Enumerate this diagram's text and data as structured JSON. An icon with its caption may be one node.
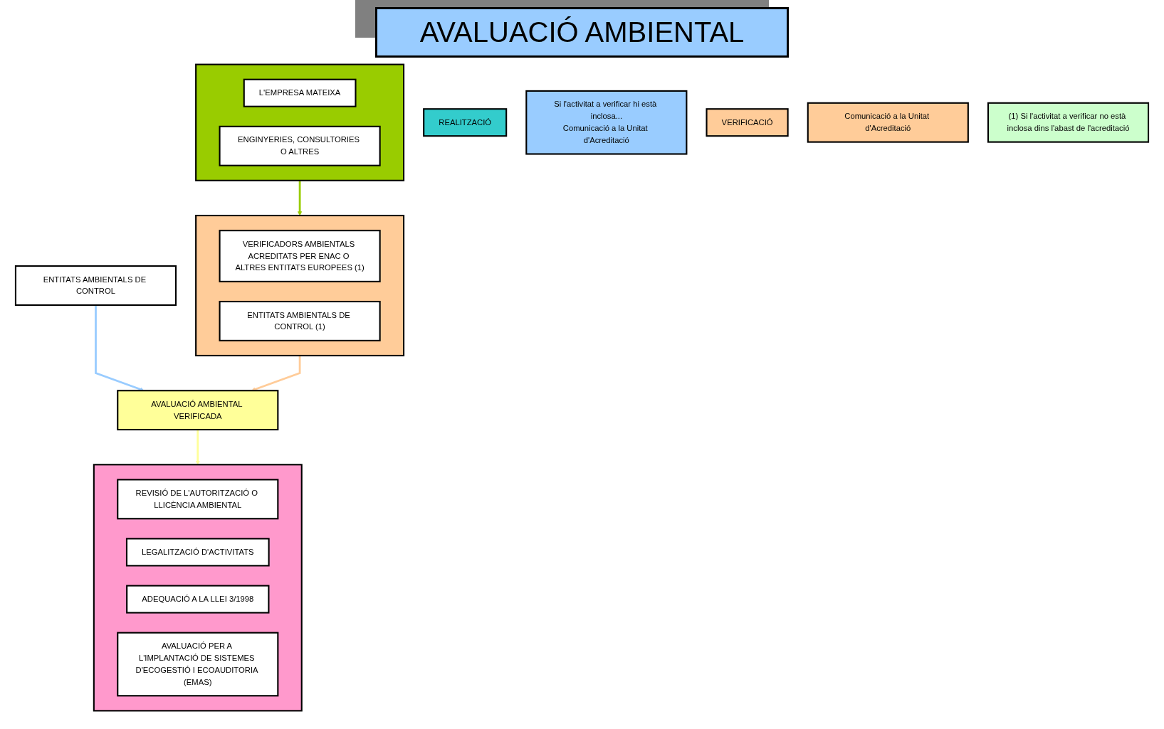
{
  "diagram": {
    "title": "AVALUACIÓ AMBIENTAL",
    "nodes": [
      {
        "text": [
          "REALITZACIÓ"
        ]
      },
      {
        "text": [],
        "shape": "box"
      },
      {
        "text": [
          "L'EMPRESA MATEIXA"
        ],
        "in": 1
      },
      {
        "text": [
          "ENGINYERIES, CONSULTORIES O ALTRES"
        ],
        "in": 1
      },
      {
        "text": [
          "ENTITATS AMBIENTALS DE CONTROL"
        ]
      },
      {
        "text": [
          "Si l'activitat a verificar hi està inclosa...",
          "Comunicació a la Unitat d'Acreditació"
        ]
      },
      {
        "text": [
          "VERIFICACIÓ"
        ]
      },
      {
        "text": [],
        "shape": "box"
      },
      {
        "text": [
          "VERIFICADORS AMBIENTALS ACREDITATS PER ENAC O ALTRES ENTITATS EUROPEES (1)"
        ],
        "in": 7
      },
      {
        "text": [
          "ENTITATS AMBIENTALS DE CONTROL (1)"
        ],
        "in": 7
      },
      {
        "text": [
          "Comunicació a la Unitat d'Acreditació"
        ]
      },
      {
        "text": [
          "(1) Si l'activitat a verificar no està inclosa dins l'abast de l'acreditació"
        ]
      },
      {
        "text": [
          "AVALUACIÓ AMBIENTAL VERIFICADA"
        ]
      },
      {
        "text": [],
        "shape": "box"
      },
      {
        "text": [
          "REVISIÓ DE L'AUTORITZACIÓ O LLICÈNCIA AMBIENTAL"
        ],
        "in": 13
      },
      {
        "text": [
          "LEGALITZACIÓ D'ACTIVITATS"
        ],
        "in": 13
      },
      {
        "text": [
          "ADEQUACIÓ A LA LLEI 3/1998"
        ],
        "in": 13
      },
      {
        "text": [
          "AVALUACIÓ PER A L'IMPLANTACIÓ DE SISTEMES D'ECOGESTIÓ I ECOAUDITORIA (EMAS)"
        ],
        "in": 13
      }
    ],
    "edges": [
      {
        "from": 1,
        "to": 7,
        "arrow": "to",
        "color": "#99cc00"
      },
      {
        "from": 7,
        "to": 12,
        "arrow": "to",
        "color": "#ffcc99"
      },
      {
        "from": 4,
        "to": 12,
        "arrow": "to",
        "color": "#99ccff"
      },
      {
        "from": 12,
        "to": 13,
        "arrow": "to",
        "color": "#ffff99"
      }
    ]
  }
}
